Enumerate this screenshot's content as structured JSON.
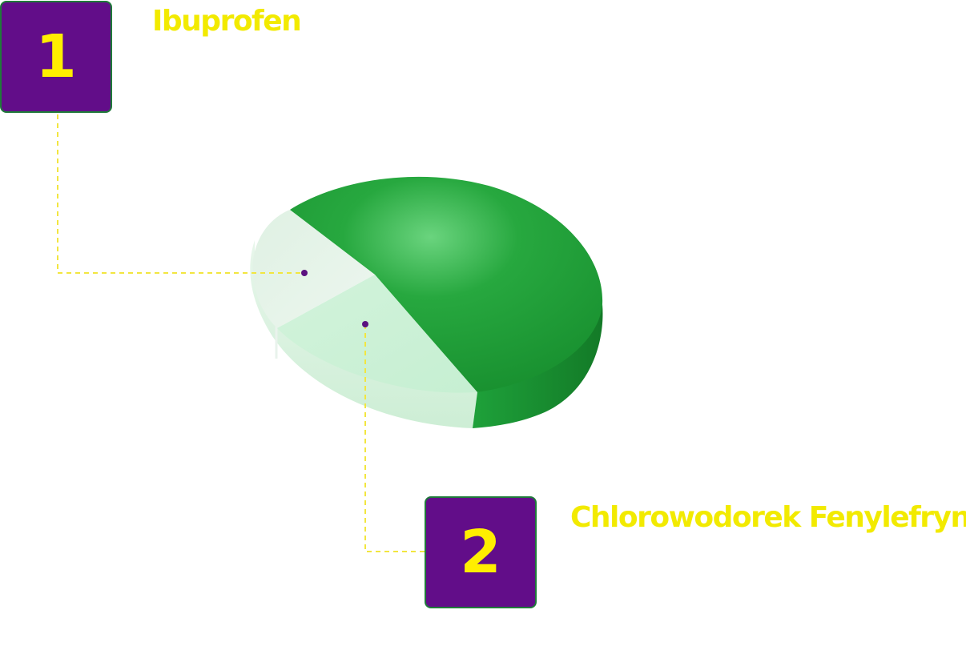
{
  "callouts": [
    {
      "number": "1",
      "label": "Ibuprofen"
    },
    {
      "number": "2",
      "label": "Chlorowodorek Fenylefryny"
    }
  ],
  "colors": {
    "box_fill": "#620d89",
    "label_text": "#f2ea00",
    "leader_line": "#f2e640",
    "main_slice": "#1e9e38",
    "slice_1": "#e6f3e8",
    "slice_2": "#d2f5dd"
  }
}
